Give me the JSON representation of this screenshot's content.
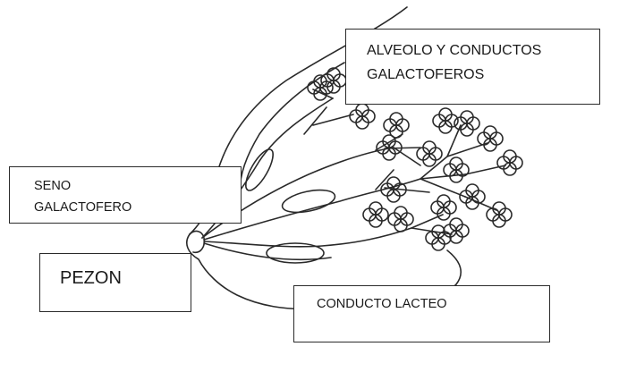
{
  "labels": {
    "alveolo_line1": "ALVEOLO Y CONDUCTOS",
    "alveolo_line2": "GALACTOFEROS",
    "seno_line1": "SENO",
    "seno_line2": "GALACTOFERO",
    "pezon": "PEZON",
    "conducto_lacteo": "CONDUCTO LACTEO"
  },
  "colors": {
    "ink": "#2a2a2a",
    "box_border": "#2a2a2a",
    "background": "#ffffff"
  }
}
